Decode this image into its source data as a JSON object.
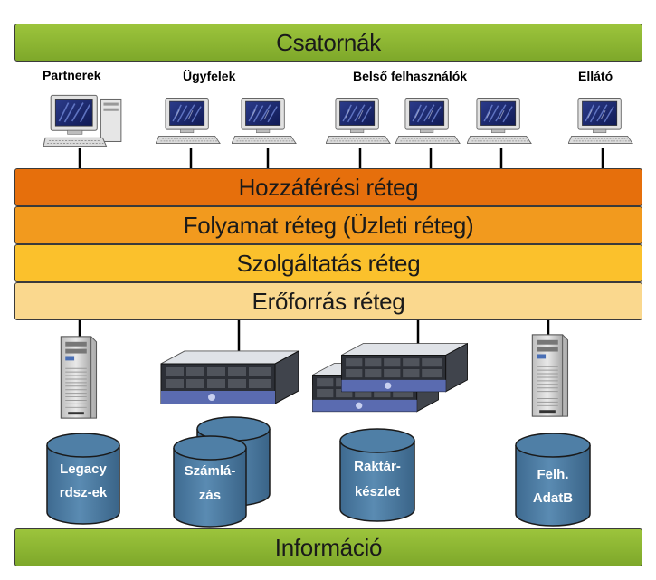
{
  "layers": {
    "channels": "Csatornák",
    "access": "Hozzáférési réteg",
    "process": "Folyamat réteg (Üzleti réteg)",
    "service": "Szolgáltatás réteg",
    "resource": "Erőforrás réteg",
    "information": "Információ"
  },
  "groups": {
    "partners": "Partnerek",
    "customers": "Ügyfelek",
    "internal_users": "Belső felhasználók",
    "supplier": "Ellátó"
  },
  "databases": {
    "legacy_line1": "Legacy",
    "legacy_line2": "rdsz-ek",
    "billing_line1": "Számlá-",
    "billing_line2": "zás",
    "inventory_line1": "Raktár-",
    "inventory_line2": "készlet",
    "userdb_line1": "Felh.",
    "userdb_line2": "AdatB"
  },
  "colors": {
    "green": "#8cb834",
    "access": "#e66f0c",
    "process": "#f29a1e",
    "service": "#fbc12c",
    "resource": "#fad88e",
    "database": "#4f7fa6"
  },
  "icons": [
    "computer-icon",
    "tower-server-icon",
    "rack-server-icon",
    "database-icon"
  ]
}
